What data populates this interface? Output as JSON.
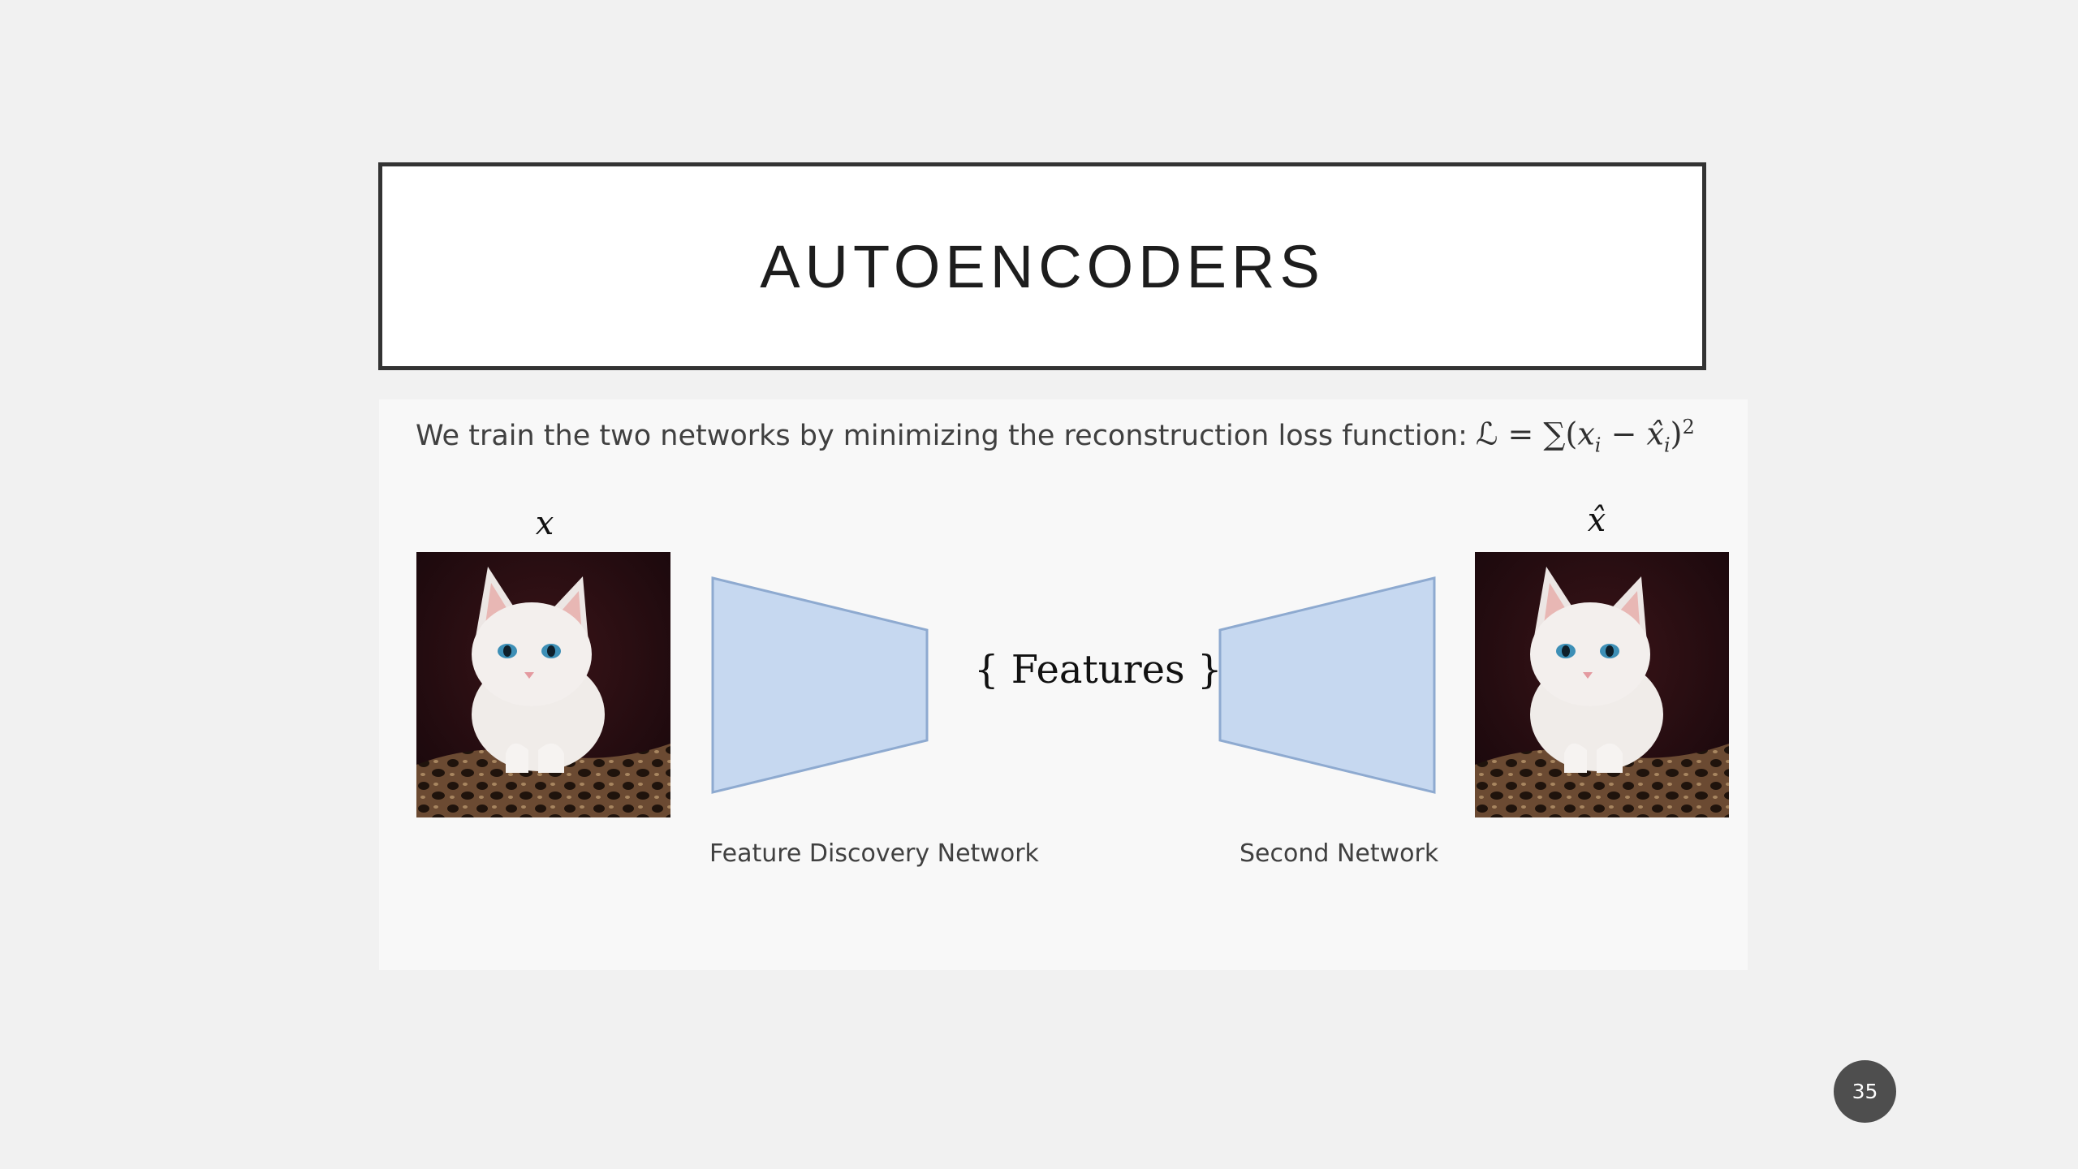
{
  "slide": {
    "title": "AUTOENCODERS",
    "intro_text": "We train the two networks by minimizing the reconstruction loss function:",
    "formula": {
      "lhs": "ℒ",
      "equals": "=",
      "sum": "∑(",
      "x": "x",
      "i1": "i",
      "minus": "−",
      "xhat": "x̂",
      "i2": "i",
      "close": ")",
      "power": "2"
    },
    "input_label": "x",
    "output_label": "x̂",
    "features_label": "{ Features }",
    "encoder_caption": "Feature Discovery Network",
    "decoder_caption": "Second Network",
    "page_number": "35"
  },
  "colors": {
    "background": "#f1f1f1",
    "panel": "#f8f8f8",
    "trapezoid_fill": "#c6d8f0",
    "trapezoid_stroke": "#8eaad0",
    "badge": "#4e4e4e"
  },
  "icons": {
    "input_image": "kitten-photo",
    "output_image": "kitten-photo"
  }
}
